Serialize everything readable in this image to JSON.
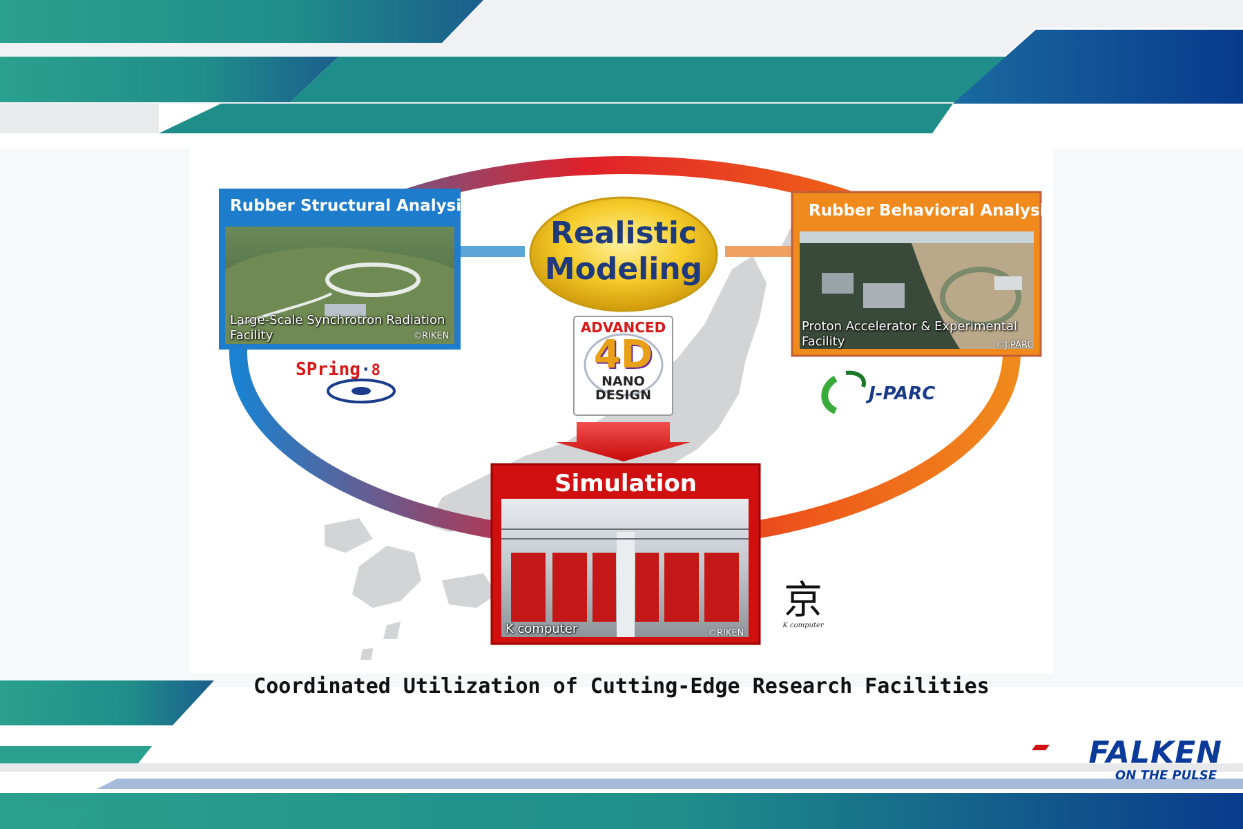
{
  "left_panel": {
    "title": "Rubber Structural Analysis",
    "caption_line1": "Large-Scale Synchrotron Radiation",
    "caption_line2": "Facility",
    "credit": "©RIKEN",
    "logo_text": "SPring",
    "logo_num": "8"
  },
  "right_panel": {
    "title": "Rubber Behavioral Analysis",
    "caption_line1": "Proton Accelerator & Experimental",
    "caption_line2": "Facility",
    "credit": "©J-PARC",
    "logo_text": "J-PARC"
  },
  "center": {
    "oval_line1": "Realistic",
    "oval_line2": "Modeling",
    "badge_top": "ADVANCED",
    "badge_mid": "4D",
    "badge_line1": "NANO",
    "badge_line2": "DESIGN"
  },
  "simulation": {
    "title": "Simulation",
    "caption": "K computer",
    "credit": "©RIKEN",
    "logo_kanji": "京",
    "logo_sub": "K computer"
  },
  "caption": "Coordinated Utilization of Cutting-Edge Research Facilities",
  "brand": {
    "name": "FALKEN",
    "tagline": "ON THE PULSE"
  },
  "colors": {
    "teal": "#2a9a8a",
    "navy": "#0a3a8a",
    "blue_panel": "#1e7ccc",
    "orange_panel": "#f08a1c",
    "red_panel": "#d41010",
    "oval_gold": "#f4c21a"
  }
}
